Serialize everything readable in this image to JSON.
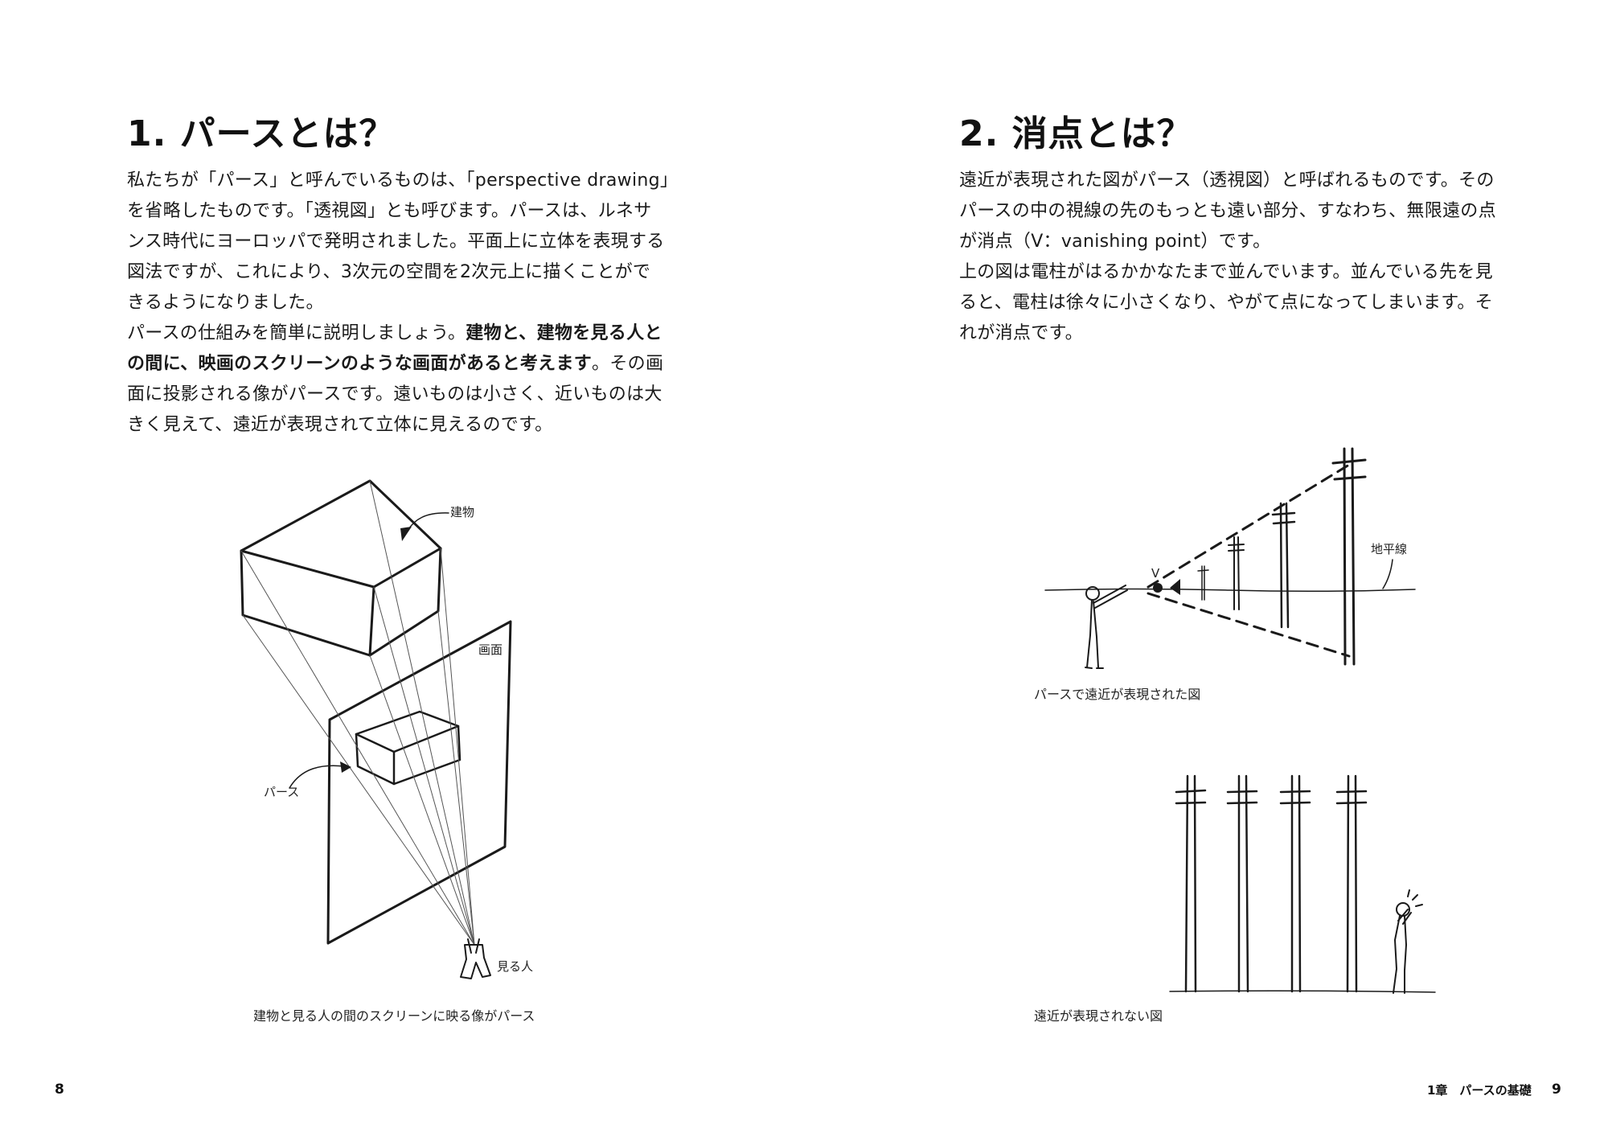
{
  "left_page": {
    "title": "1. パースとは？",
    "paragraph_lines": [
      [
        "私たちが「パース」と呼んでいるものは、「perspective drawing」"
      ],
      [
        "を省略したものです。「透視図」とも呼びます。パースは、ルネサ"
      ],
      [
        "ンス時代にヨーロッパで発明されました。平面上に立体を表現する"
      ],
      [
        "図法ですが、これにより、3次元の空間を2次元上に描くことがで"
      ],
      [
        "きるようになりました。"
      ],
      [
        "パースの仕組みを簡単に説明しましょう。",
        "建物と、建物を見る人と"
      ],
      [
        "",
        "の間に、映画のスクリーンのような画面があると考えます",
        "。その画"
      ],
      [
        "面に投影される像がパースです。遠いものは小さく、近いものは大"
      ],
      [
        "きく見えて、遠近が表現されて立体に見えるのです。"
      ]
    ],
    "figure_labels": {
      "building": "建物",
      "screen": "画面",
      "perspective": "パース",
      "viewer": "見る人"
    },
    "caption": "建物と見る人の間のスクリーンに映る像がパース",
    "page_number": "8"
  },
  "right_page": {
    "title": "2. 消点とは？",
    "paragraph_lines": [
      "遠近が表現された図がパース（透視図）と呼ばれるものです。その",
      "パースの中の視線の先のもっとも遠い部分、すなわち、無限遠の点",
      "が消点（V：vanishing point）です。",
      "上の図は電柱がはるかかなたまで並んでいます。並んでいる先を見",
      "ると、電柱は徐々に小さくなり、やがて点になってしまいます。そ",
      "れが消点です。"
    ],
    "figure_top_labels": {
      "vanishing_point": "V",
      "horizon": "地平線"
    },
    "caption_top": "パースで遠近が表現された図",
    "caption_bottom": "遠近が表現されない図",
    "running_head": "1章　パースの基礎",
    "page_number": "9"
  }
}
